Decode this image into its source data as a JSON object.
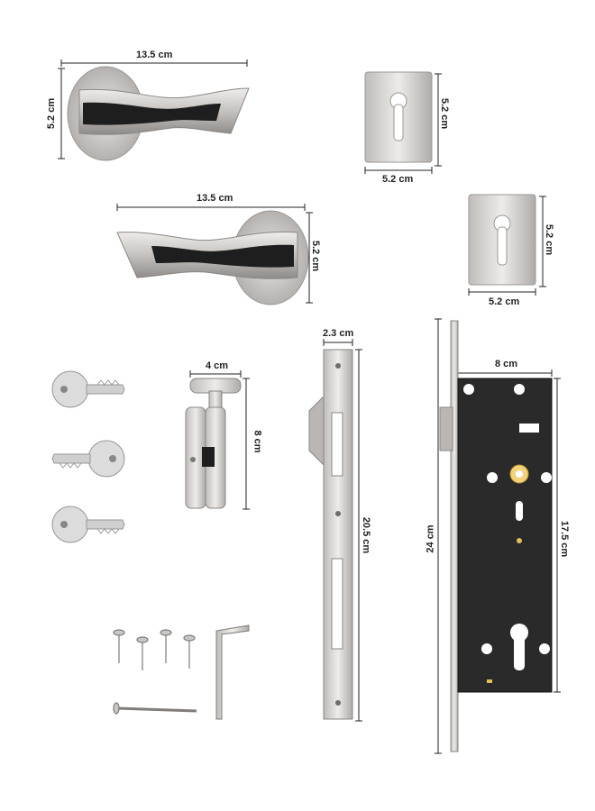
{
  "dimensions": {
    "handle_top_width": "13.5 cm",
    "handle_top_height": "5.2 cm",
    "escutcheon_top_height": "5.2 cm",
    "escutcheon_top_width": "5.2 cm",
    "handle_mid_width": "13.5 cm",
    "handle_mid_height": "5.2 cm",
    "escutcheon_mid_height": "5.2 cm",
    "escutcheon_mid_width": "5.2 cm",
    "cylinder_width": "4 cm",
    "cylinder_height": "8 cm",
    "strike_width": "2.3 cm",
    "strike_height": "20.5 cm",
    "lockbody_width": "8 cm",
    "lockbody_total_height": "24 cm",
    "lockbody_case_height": "17.5 cm"
  },
  "colors": {
    "metal": "#c9c6c3",
    "metal_dark": "#8f8c89",
    "lock_case": "#2a2a2a",
    "key": "#dcdcdc"
  }
}
